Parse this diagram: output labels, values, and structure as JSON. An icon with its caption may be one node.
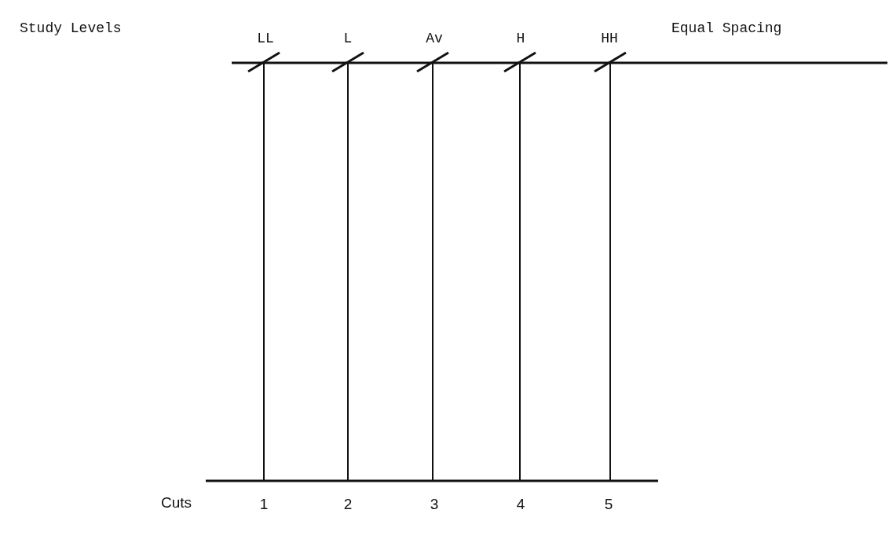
{
  "diagram": {
    "labels": [
      "Study Levels",
      "LL",
      "L",
      "Av",
      "H",
      "HH",
      "Equal Spacing",
      "Cuts",
      "1",
      "2",
      "3",
      "4",
      "5"
    ]
  }
}
